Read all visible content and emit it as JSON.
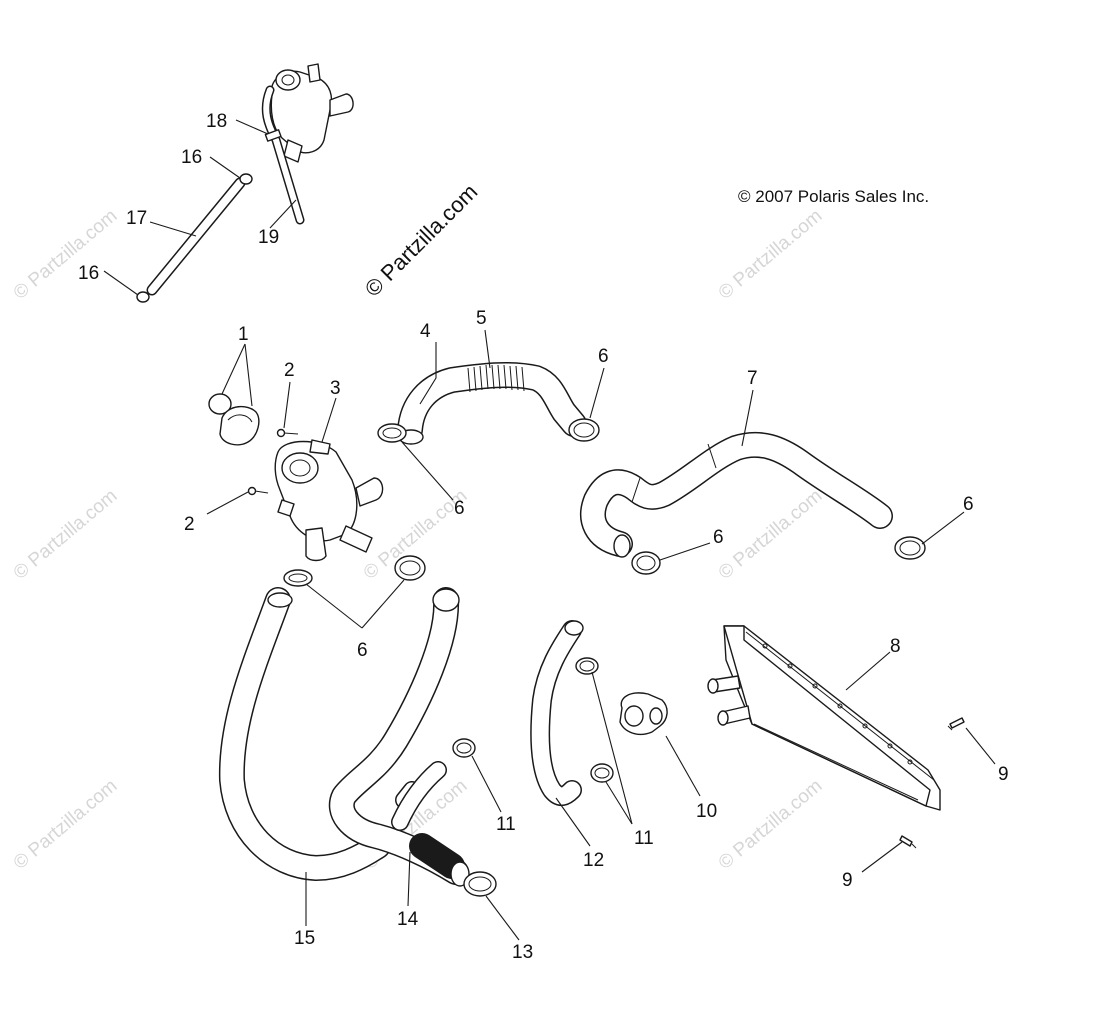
{
  "copyright": "© 2007 Polaris Sales Inc.",
  "brand_watermark": "© Partzilla.com",
  "faint_watermark": "© Partzilla.com",
  "callouts": {
    "c1": "1",
    "c2a": "2",
    "c2b": "2",
    "c3": "3",
    "c4": "4",
    "c5": "5",
    "c6a": "6",
    "c6b": "6",
    "c6c": "6",
    "c6d": "6",
    "c6e": "6",
    "c7": "7",
    "c8": "8",
    "c9a": "9",
    "c9b": "9",
    "c10": "10",
    "c11a": "11",
    "c11b": "11",
    "c12": "12",
    "c13": "13",
    "c14": "14",
    "c15": "15",
    "c16a": "16",
    "c16b": "16",
    "c17": "17",
    "c18": "18",
    "c19": "19"
  }
}
